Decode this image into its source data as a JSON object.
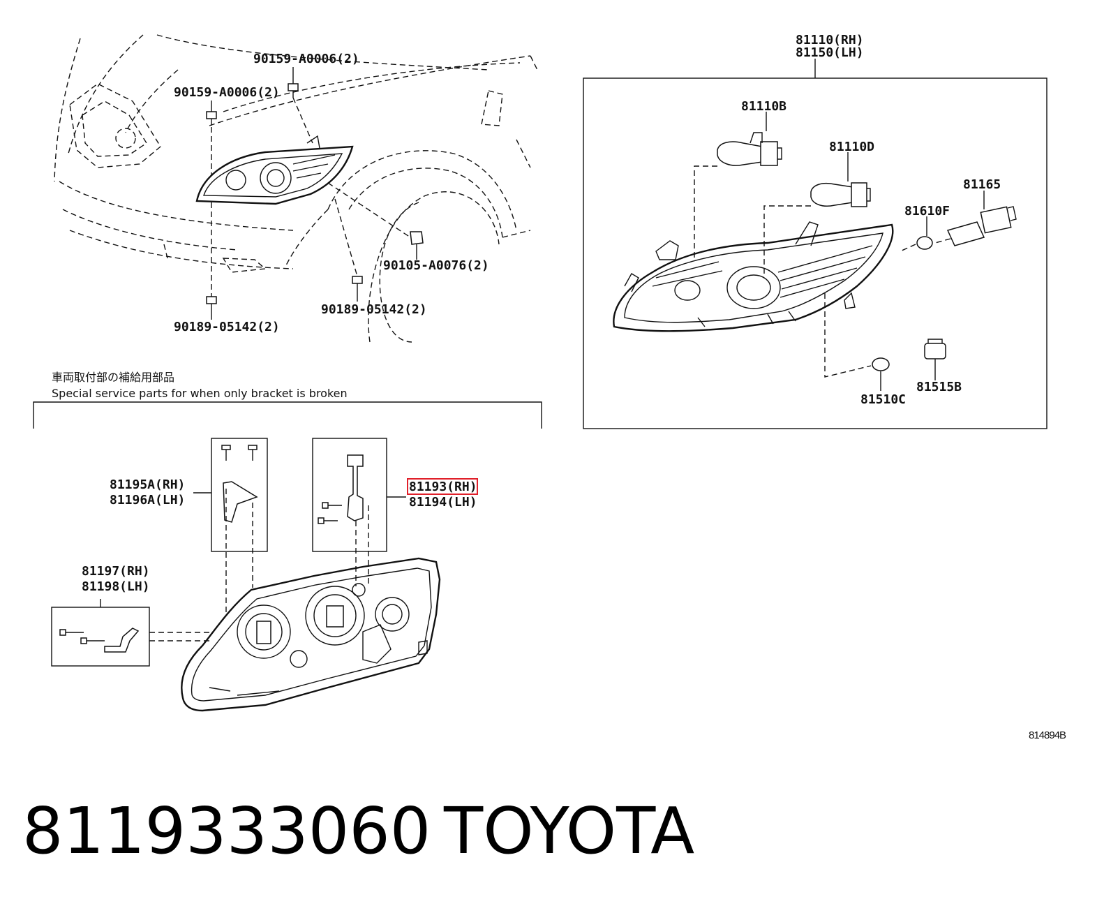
{
  "car_labels": {
    "clip_top_right": "90159-A0006(2)",
    "clip_top_left": "90159-A0006(2)",
    "screw_fender": "90105-A0076(2)",
    "clip_bottom_right": "90189-05142(2)",
    "clip_bottom_left": "90189-05142(2)"
  },
  "assembly": {
    "part_rh": "81110(RH)",
    "part_lh": "81150(LH)",
    "bulb_b": "81110B",
    "bulb_d": "81110D",
    "socket": "81165",
    "bulb_f": "81610F",
    "bulb_c": "81510C",
    "socket_b": "81515B"
  },
  "service": {
    "heading_jp": "車両取付部の補給用部品",
    "heading_en": "Special service parts for when only bracket is broken",
    "bracket_a_rh": "81195A(RH)",
    "bracket_a_lh": "81196A(LH)",
    "bracket_rh": "81193(RH)",
    "bracket_lh": "81194(LH)",
    "bracket_c_rh": "81197(RH)",
    "bracket_c_lh": "81198(LH)"
  },
  "illustration_code": "814894B",
  "footer": {
    "part_number": "8119333060",
    "brand": "TOYOTA"
  },
  "highlight_color": "#e0202a"
}
